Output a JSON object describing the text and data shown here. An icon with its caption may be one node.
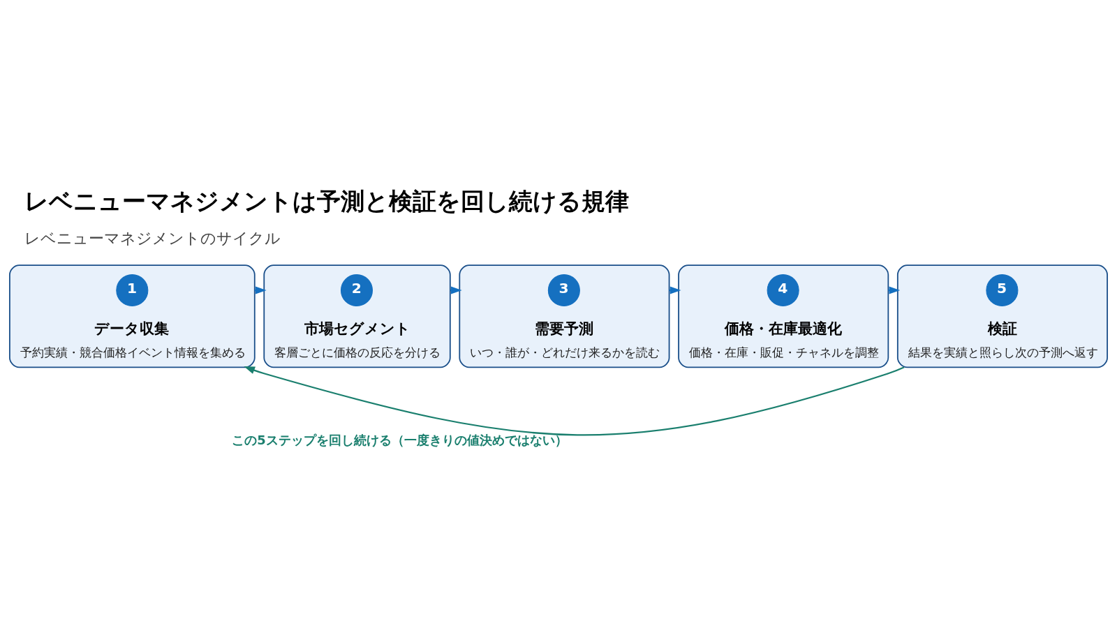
{
  "diagram": {
    "title": "レベニューマネジメントは予測と検証を回し続ける規律",
    "caption": "レベニューマネジメントのサイクル",
    "nodes": [
      {
        "text": [
          "データ収集",
          "予約実績・競合価格イベント情報を集める"
        ]
      },
      {
        "text": [
          "1"
        ],
        "in": 0
      },
      {
        "text": [
          "市場セグメント",
          "客層ごとに価格の反応を分ける"
        ]
      },
      {
        "text": [
          "2"
        ],
        "in": 2
      },
      {
        "text": [
          "需要予測",
          "いつ・誰が・どれだけ来るかを読む"
        ]
      },
      {
        "text": [
          "3"
        ],
        "in": 4
      },
      {
        "text": [
          "価格・在庫最適化",
          "価格・在庫・販促・チャネルを調整"
        ]
      },
      {
        "text": [
          "4"
        ],
        "in": 6
      },
      {
        "text": [
          "検証",
          "結果を実績と照らし次の予測へ返す"
        ]
      },
      {
        "text": [
          "5"
        ],
        "in": 8
      }
    ],
    "edges": [
      {
        "from": 0,
        "to": 2,
        "arrow": "to"
      },
      {
        "from": 2,
        "to": 4,
        "arrow": "to"
      },
      {
        "from": 4,
        "to": 6,
        "arrow": "to"
      },
      {
        "from": 6,
        "to": 8,
        "arrow": "to"
      },
      {
        "from": 8,
        "to": 0,
        "arrow": "to",
        "label": "この5ステップを回し続ける（一度きりの値決めではない）",
        "color": "#1a7f6e"
      }
    ]
  }
}
